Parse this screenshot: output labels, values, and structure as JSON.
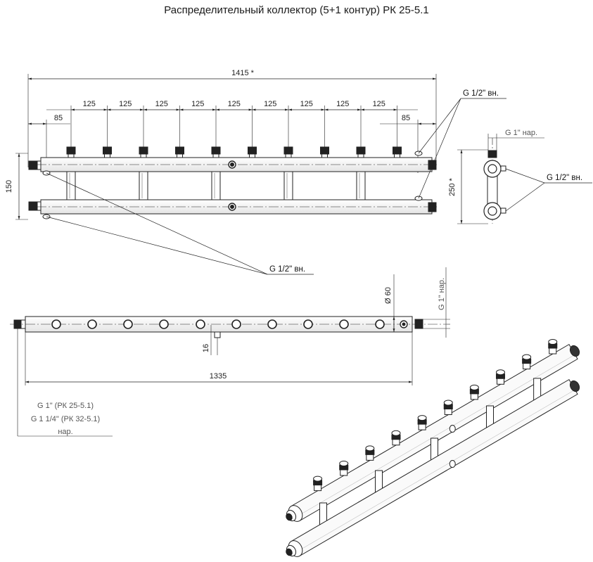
{
  "title": "Распределительный коллектор (5+1 контур) РК 25-5.1",
  "dimensions": {
    "overall": "1415 *",
    "spacing": "125",
    "edge_left": "85",
    "edge_right": "85",
    "height_front": "150",
    "height_side": "250 *",
    "length_top": "1335",
    "diameter": "Ø 60",
    "offset": "16"
  },
  "callouts": {
    "g_half_inner_top": "G 1/2\" вн.",
    "g_half_inner_side": "G 1/2\" вн.",
    "g_half_inner_bottom": "G 1/2\" вн.",
    "g_one_outer_side": "G 1\" нар.",
    "g_one_outer_top": "G 1\" нар."
  },
  "connection_note": {
    "line1": "G 1\" (РК 25-5.1)",
    "line2": "G 1 1/4\" (РК 32-5.1)",
    "line3": "нар."
  }
}
